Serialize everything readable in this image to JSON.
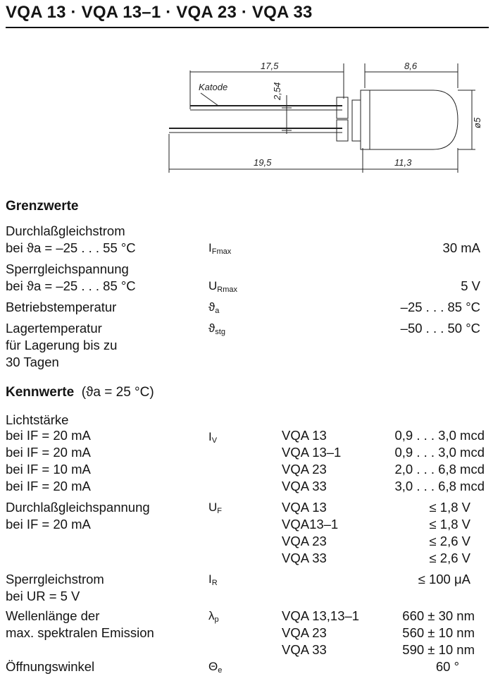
{
  "title": "VQA 13 · VQA 13–1 · VQA 23 · VQA 33",
  "drawing": {
    "dim_17_5": "17,5",
    "dim_8_6": "8,6",
    "dim_2_54": "2,54",
    "dim_phi5": "ø5",
    "dim_19_5": "19,5",
    "dim_11_3": "11,3",
    "label_katode": "Katode"
  },
  "grenzwerte": {
    "heading": "Grenzwerte",
    "rows": [
      {
        "param_l1": "Durchlaßgleichstrom",
        "param_l2": "bei ϑa = –25 . . . 55 °C",
        "sym": "I",
        "sub": "Fmax",
        "value": "30  mA"
      },
      {
        "param_l1": "Sperrgleichspannung",
        "param_l2": "bei ϑa = –25 . . . 85 °C",
        "sym": "U",
        "sub": "Rmax",
        "value": "5  V"
      },
      {
        "param_l1": "Betriebstemperatur",
        "sym": "ϑ",
        "sub": "a",
        "value": "–25 . . . 85  °C"
      },
      {
        "param_l1": "Lagertemperatur",
        "param_l2": "für Lagerung bis zu",
        "param_l3": "30 Tagen",
        "sym": "ϑ",
        "sub": "stg",
        "value": "–50 . . . 50  °C"
      }
    ]
  },
  "kennwerte": {
    "heading": "Kennwerte",
    "condition": "(ϑa = 25 °C)",
    "lichtstaerke": {
      "param": "Lichtstärke",
      "sym": "I",
      "sub": "V",
      "rows": [
        {
          "cond": "bei IF = 20 mA",
          "type": "VQA 13",
          "value": "0,9 . . . 3,0  mcd"
        },
        {
          "cond": "bei IF = 20 mA",
          "type": "VQA 13–1",
          "value": "0,9 . . . 3,0  mcd"
        },
        {
          "cond": "bei IF = 10 mA",
          "type": "VQA 23",
          "value": "2,0 . . . 6,8  mcd"
        },
        {
          "cond": "bei IF = 20 mA",
          "type": "VQA 33",
          "value": "3,0 . . . 6,8  mcd"
        }
      ]
    },
    "durchlass": {
      "param_l1": "Durchlaßgleichspannung",
      "param_l2": "bei IF = 20 mA",
      "sym": "U",
      "sub": "F",
      "rows": [
        {
          "type": "VQA 13",
          "value": "≤ 1,8  V"
        },
        {
          "type": "VQA13–1",
          "value": "≤ 1,8  V"
        },
        {
          "type": "VQA 23",
          "value": "≤ 2,6  V"
        },
        {
          "type": "VQA 33",
          "value": "≤ 2,6  V"
        }
      ]
    },
    "sperrstrom": {
      "param_l1": "Sperrgleichstrom",
      "param_l2": "bei UR = 5 V",
      "sym": "I",
      "sub": "R",
      "value": "≤ 100  μA"
    },
    "wellenlaenge": {
      "param_l1": "Wellenlänge der",
      "param_l2": "max. spektralen Emission",
      "sym": "λ",
      "sub": "p",
      "rows": [
        {
          "type": "VQA 13,13–1",
          "value": "660 ± 30  nm"
        },
        {
          "type": "VQA 23",
          "value": "560 ± 10  nm"
        },
        {
          "type": "VQA 33",
          "value": "590 ± 10  nm"
        }
      ]
    },
    "oeffnung": {
      "param": "Öffnungswinkel",
      "sym": "Θ",
      "sub": "e",
      "value": "60  °"
    }
  }
}
